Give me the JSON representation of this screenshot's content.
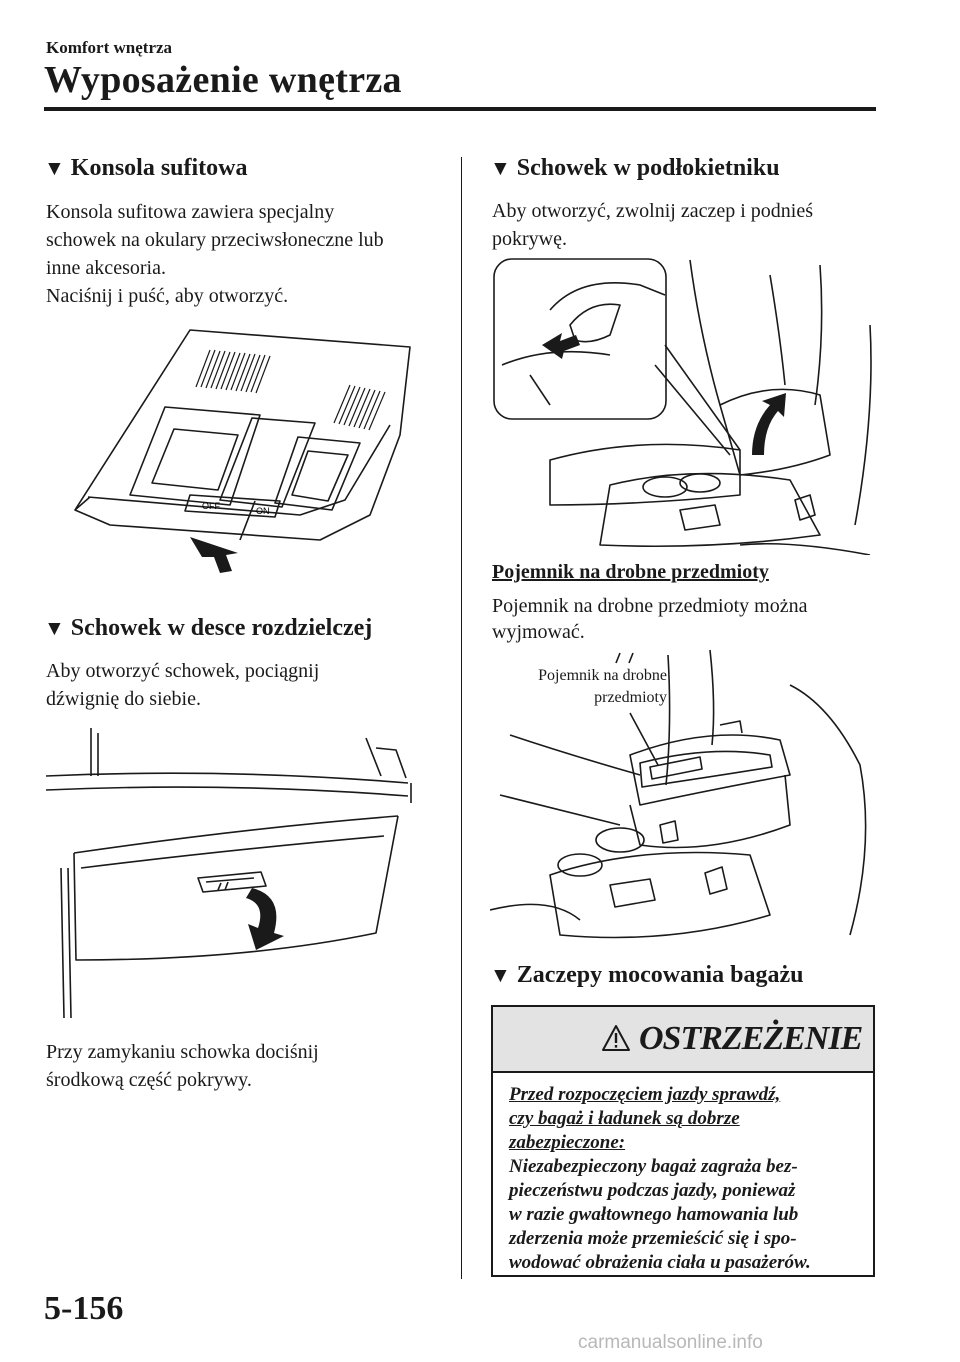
{
  "header": {
    "section": "Komfort wnętrza",
    "title": "Wyposażenie wnętrza"
  },
  "sections": {
    "overhead_console": {
      "heading": "Konsola sufitowa",
      "lines": [
        "Konsola sufitowa zawiera specjalny",
        "schowek na okulary przeciwsłoneczne lub",
        "inne akcesoria.",
        "Naciśnij i puść, aby otworzyć."
      ],
      "switch_off": "OFF",
      "switch_on": "ON"
    },
    "glove_box": {
      "heading": "Schowek w desce rozdzielczej",
      "lines": [
        "Aby otworzyć schowek, pociągnij",
        "dźwignię do siebie."
      ],
      "closing_lines": [
        "Przy zamykaniu schowka dociśnij",
        "środkową część pokrywy."
      ]
    },
    "armrest": {
      "heading": "Schowek w podłokietniku",
      "lines": [
        "Aby otworzyć, zwolnij zaczep i podnieś",
        "pokrywę."
      ],
      "subheading": "Pojemnik na drobne przedmioty",
      "sub_lines": [
        "Pojemnik na drobne przedmioty można",
        "wyjmować."
      ],
      "callout_lines": [
        "Pojemnik na drobne",
        "przedmioty"
      ]
    },
    "luggage_hooks": {
      "heading": "Zaczepy mocowania bagażu"
    }
  },
  "warning": {
    "title": "OSTRZEŻENIE",
    "underlined_lines": [
      "Przed rozpoczęciem jazdy sprawdź,",
      "czy bagaż i ładunek są dobrze",
      "zabezpieczone:"
    ],
    "body_lines": [
      "Niezabezpieczony bagaż zagraża bez-",
      "pieczeństwu podczas jazdy, ponieważ",
      "w razie gwałtownego hamowania lub",
      "zderzenia może przemieścić się i spo-",
      "wodować obrażenia ciała u pasażerów."
    ]
  },
  "footer": {
    "page_number": "5-156",
    "watermark": "carmanualsonline.info"
  }
}
